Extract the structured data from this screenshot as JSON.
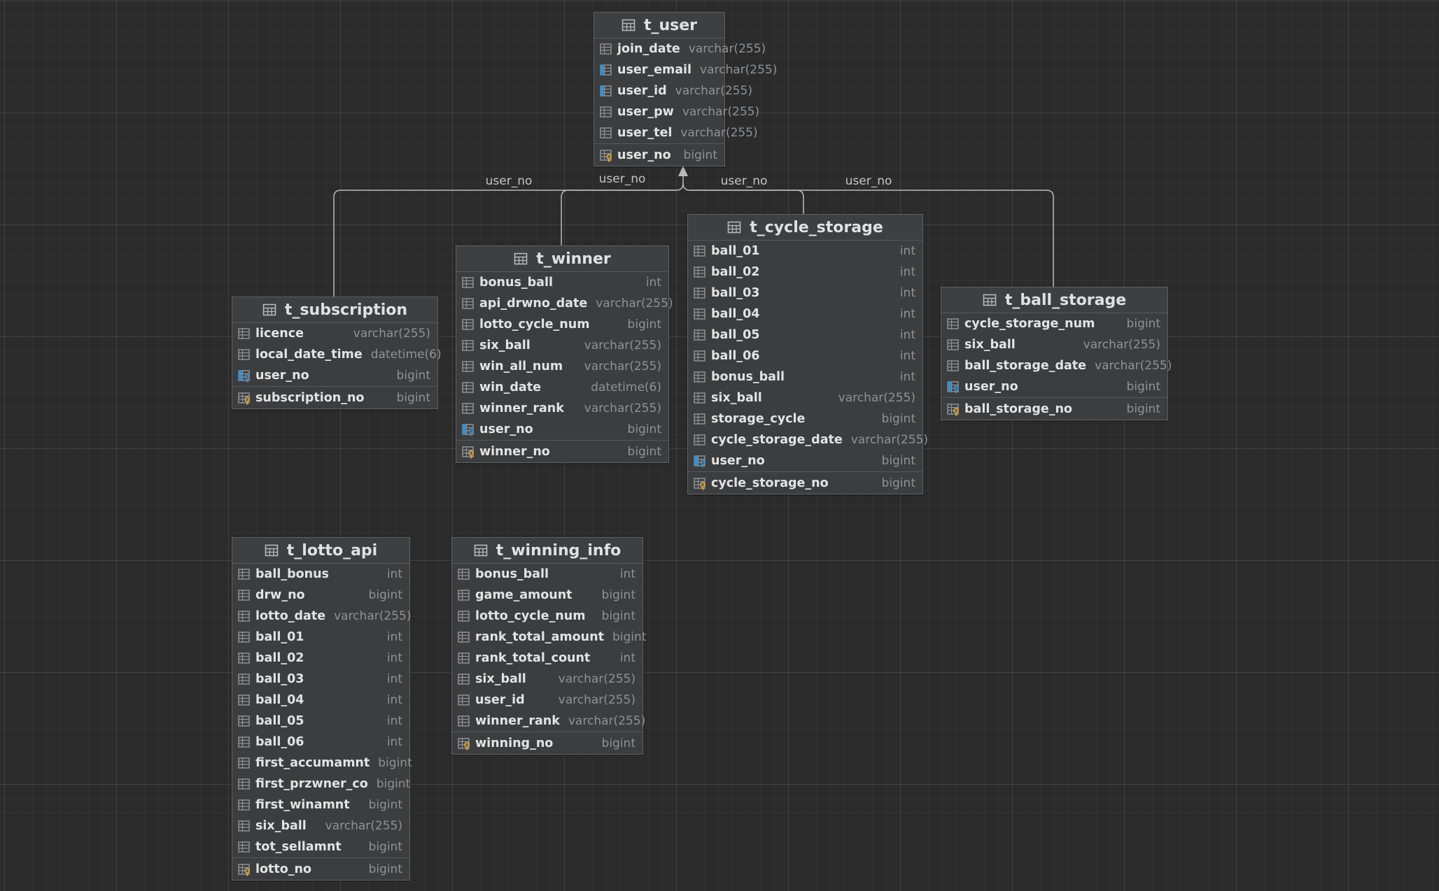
{
  "relationship_label": "user_no",
  "tables": {
    "t_user": {
      "name": "t_user",
      "columns": [
        {
          "name": "join_date",
          "type": "varchar(255)",
          "kind": "col"
        },
        {
          "name": "user_email",
          "type": "varchar(255)",
          "kind": "idx"
        },
        {
          "name": "user_id",
          "type": "varchar(255)",
          "kind": "idx"
        },
        {
          "name": "user_pw",
          "type": "varchar(255)",
          "kind": "col"
        },
        {
          "name": "user_tel",
          "type": "varchar(255)",
          "kind": "col"
        },
        {
          "name": "user_no",
          "type": "bigint",
          "kind": "pk"
        }
      ]
    },
    "t_winner": {
      "name": "t_winner",
      "columns": [
        {
          "name": "bonus_ball",
          "type": "int",
          "kind": "col"
        },
        {
          "name": "api_drwno_date",
          "type": "varchar(255)",
          "kind": "col"
        },
        {
          "name": "lotto_cycle_num",
          "type": "bigint",
          "kind": "col"
        },
        {
          "name": "six_ball",
          "type": "varchar(255)",
          "kind": "col"
        },
        {
          "name": "win_all_num",
          "type": "varchar(255)",
          "kind": "col"
        },
        {
          "name": "win_date",
          "type": "datetime(6)",
          "kind": "col"
        },
        {
          "name": "winner_rank",
          "type": "varchar(255)",
          "kind": "col"
        },
        {
          "name": "user_no",
          "type": "bigint",
          "kind": "fk"
        },
        {
          "name": "winner_no",
          "type": "bigint",
          "kind": "pk"
        }
      ]
    },
    "t_cycle_storage": {
      "name": "t_cycle_storage",
      "columns": [
        {
          "name": "ball_01",
          "type": "int",
          "kind": "col"
        },
        {
          "name": "ball_02",
          "type": "int",
          "kind": "col"
        },
        {
          "name": "ball_03",
          "type": "int",
          "kind": "col"
        },
        {
          "name": "ball_04",
          "type": "int",
          "kind": "col"
        },
        {
          "name": "ball_05",
          "type": "int",
          "kind": "col"
        },
        {
          "name": "ball_06",
          "type": "int",
          "kind": "col"
        },
        {
          "name": "bonus_ball",
          "type": "int",
          "kind": "col"
        },
        {
          "name": "six_ball",
          "type": "varchar(255)",
          "kind": "col"
        },
        {
          "name": "storage_cycle",
          "type": "bigint",
          "kind": "col"
        },
        {
          "name": "cycle_storage_date",
          "type": "varchar(255)",
          "kind": "col"
        },
        {
          "name": "user_no",
          "type": "bigint",
          "kind": "fk"
        },
        {
          "name": "cycle_storage_no",
          "type": "bigint",
          "kind": "pk"
        }
      ]
    },
    "t_subscription": {
      "name": "t_subscription",
      "columns": [
        {
          "name": "licence",
          "type": "varchar(255)",
          "kind": "col"
        },
        {
          "name": "local_date_time",
          "type": "datetime(6)",
          "kind": "col"
        },
        {
          "name": "user_no",
          "type": "bigint",
          "kind": "fk"
        },
        {
          "name": "subscription_no",
          "type": "bigint",
          "kind": "pk"
        }
      ]
    },
    "t_ball_storage": {
      "name": "t_ball_storage",
      "columns": [
        {
          "name": "cycle_storage_num",
          "type": "bigint",
          "kind": "col"
        },
        {
          "name": "six_ball",
          "type": "varchar(255)",
          "kind": "col"
        },
        {
          "name": "ball_storage_date",
          "type": "varchar(255)",
          "kind": "col"
        },
        {
          "name": "user_no",
          "type": "bigint",
          "kind": "fk"
        },
        {
          "name": "ball_storage_no",
          "type": "bigint",
          "kind": "pk"
        }
      ]
    },
    "t_lotto_api": {
      "name": "t_lotto_api",
      "columns": [
        {
          "name": "ball_bonus",
          "type": "int",
          "kind": "col"
        },
        {
          "name": "drw_no",
          "type": "bigint",
          "kind": "col"
        },
        {
          "name": "lotto_date",
          "type": "varchar(255)",
          "kind": "col"
        },
        {
          "name": "ball_01",
          "type": "int",
          "kind": "col"
        },
        {
          "name": "ball_02",
          "type": "int",
          "kind": "col"
        },
        {
          "name": "ball_03",
          "type": "int",
          "kind": "col"
        },
        {
          "name": "ball_04",
          "type": "int",
          "kind": "col"
        },
        {
          "name": "ball_05",
          "type": "int",
          "kind": "col"
        },
        {
          "name": "ball_06",
          "type": "int",
          "kind": "col"
        },
        {
          "name": "first_accumamnt",
          "type": "bigint",
          "kind": "col"
        },
        {
          "name": "first_przwner_co",
          "type": "bigint",
          "kind": "col"
        },
        {
          "name": "first_winamnt",
          "type": "bigint",
          "kind": "col"
        },
        {
          "name": "six_ball",
          "type": "varchar(255)",
          "kind": "col"
        },
        {
          "name": "tot_sellamnt",
          "type": "bigint",
          "kind": "col"
        },
        {
          "name": "lotto_no",
          "type": "bigint",
          "kind": "pk"
        }
      ]
    },
    "t_winning_info": {
      "name": "t_winning_info",
      "columns": [
        {
          "name": "bonus_ball",
          "type": "int",
          "kind": "col"
        },
        {
          "name": "game_amount",
          "type": "bigint",
          "kind": "col"
        },
        {
          "name": "lotto_cycle_num",
          "type": "bigint",
          "kind": "col"
        },
        {
          "name": "rank_total_amount",
          "type": "bigint",
          "kind": "col"
        },
        {
          "name": "rank_total_count",
          "type": "int",
          "kind": "col"
        },
        {
          "name": "six_ball",
          "type": "varchar(255)",
          "kind": "col"
        },
        {
          "name": "user_id",
          "type": "varchar(255)",
          "kind": "col"
        },
        {
          "name": "winner_rank",
          "type": "varchar(255)",
          "kind": "col"
        },
        {
          "name": "winning_no",
          "type": "bigint",
          "kind": "pk"
        }
      ]
    }
  },
  "colors": {
    "background": "#2b2b2b",
    "connector": "#b9b9b9",
    "index_marker": "#3d8ec9",
    "key": "#d9a23d"
  }
}
